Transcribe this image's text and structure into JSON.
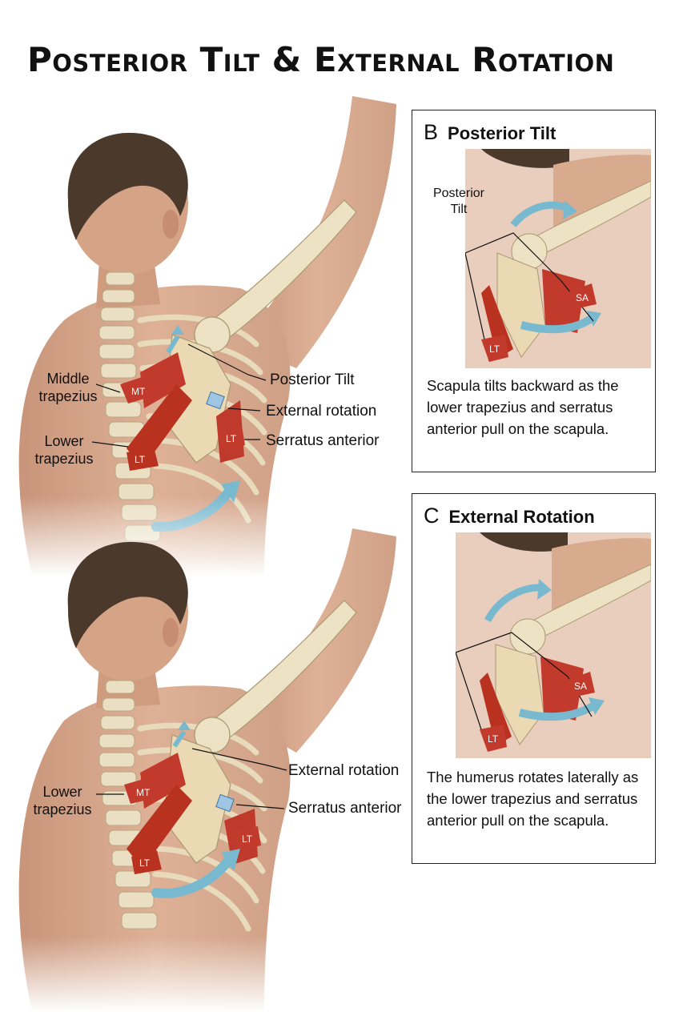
{
  "title": "Posterior Tilt & External Rotation",
  "colors": {
    "bone": "#e9dcb9",
    "muscle": "#c23a2b",
    "arrow": "#79b9cf",
    "skin": "#d9ab8e",
    "hair": "#4b3a2c",
    "connector": "#6aa0c8"
  },
  "figure_top": {
    "labels": {
      "middle_trapezius": "Middle\ntrapezius",
      "lower_trapezius": "Lower\ntrapezius",
      "posterior_tilt": "Posterior Tilt",
      "external_rotation": "External rotation",
      "serratus_anterior": "Serratus anterior"
    },
    "markers": {
      "mt": "MT",
      "lt1": "LT",
      "lt2": "LT"
    }
  },
  "figure_bottom": {
    "labels": {
      "lower_trapezius": "Lower\ntrapezius",
      "external_rotation": "External rotation",
      "serratus_anterior": "Serratus anterior"
    },
    "markers": {
      "mt": "MT",
      "lt1": "LT",
      "lt2": "LT"
    }
  },
  "panel_b": {
    "letter": "B",
    "title": "Posterior Tilt",
    "inset_label": "Posterior\nTilt",
    "markers": {
      "sa": "SA",
      "lt": "LT"
    },
    "caption": "Scapula tilts backward as the lower trapezius and serratus anterior pull on the scapula."
  },
  "panel_c": {
    "letter": "C",
    "title": "External Rotation",
    "markers": {
      "sa": "SA",
      "lt": "LT"
    },
    "caption": "The humerus rotates laterally as the lower trapezius and serratus anterior pull on the scapula."
  }
}
